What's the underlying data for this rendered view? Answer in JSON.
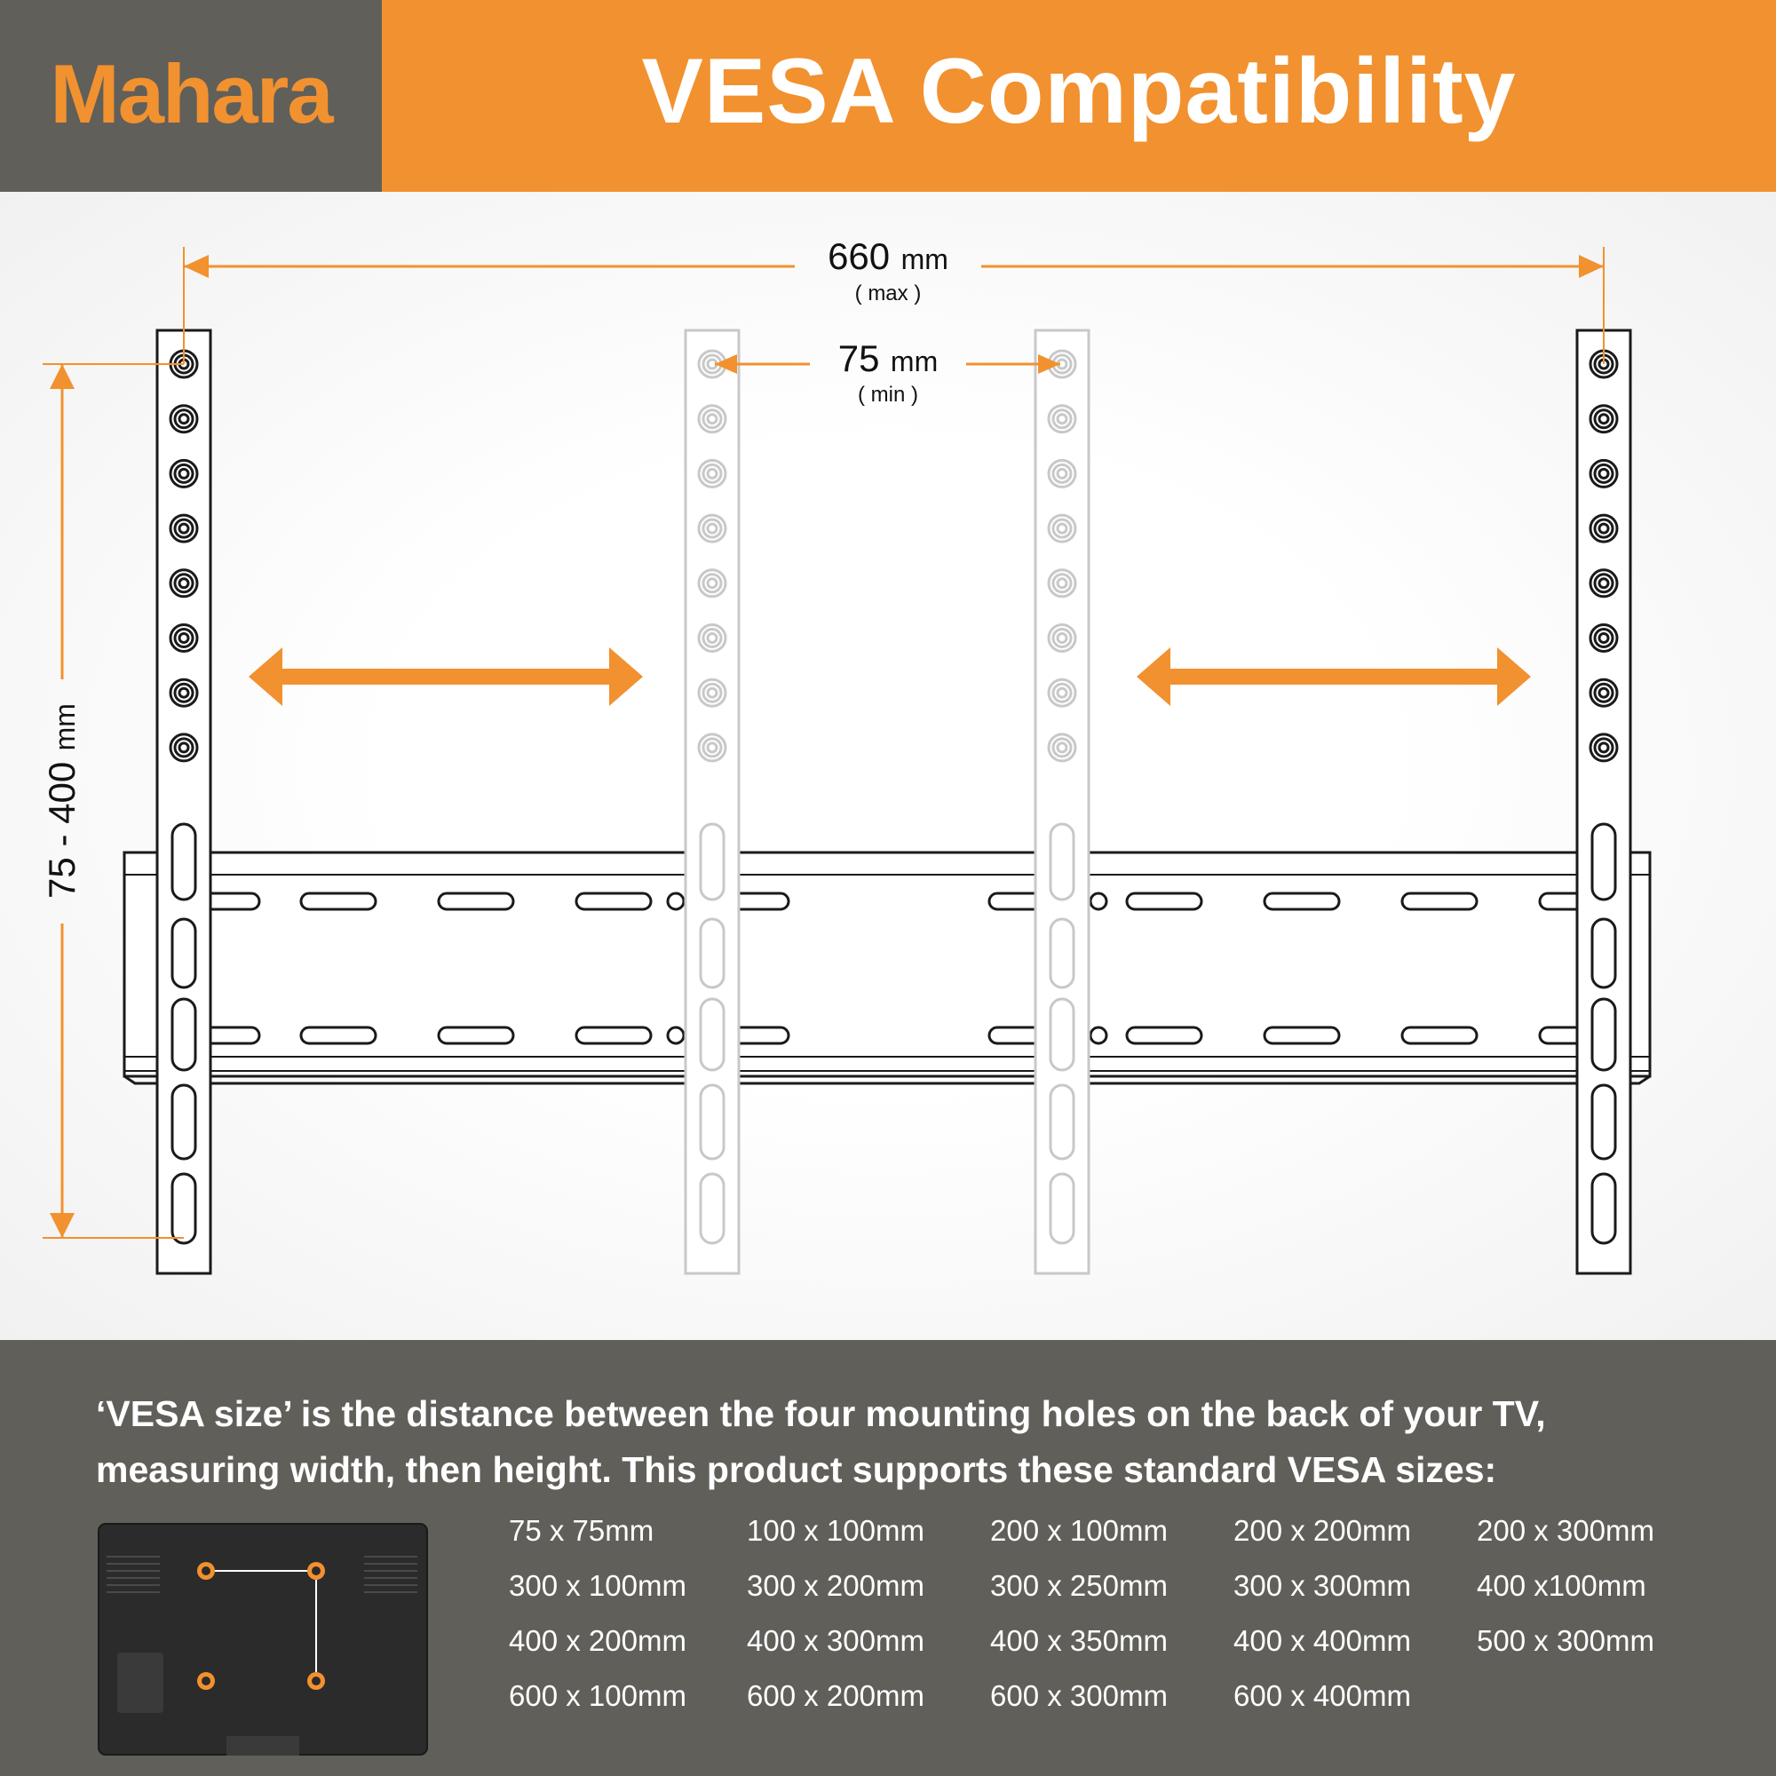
{
  "brand": {
    "name": "Mahara"
  },
  "title": "VESA Compatibility",
  "colors": {
    "accent": "#f2912f",
    "dark": "#605f5a",
    "plate_outline": "#1a1a1a",
    "ghost_outline": "#c8c8c8"
  },
  "dimensions": {
    "max_width": {
      "value": "660",
      "unit": "mm",
      "note": "( max )"
    },
    "min_width": {
      "value": "75",
      "unit": "mm",
      "note": "( min )"
    },
    "height_range": {
      "value": "75 - 400",
      "unit": "mm"
    }
  },
  "description": "‘VESA size’ is the distance between the four mounting holes on the back of your TV, measuring width, then height. This product supports these standard VESA sizes:",
  "vesa_sizes": [
    "75 x 75mm",
    "100 x 100mm",
    "200 x 100mm",
    "200 x 200mm",
    "200 x 300mm",
    "300 x 100mm",
    "300 x 200mm",
    "300 x 250mm",
    "300 x 300mm",
    "400 x100mm",
    "400 x 200mm",
    "400 x 300mm",
    "400 x 350mm",
    "400 x 400mm",
    "500 x 300mm",
    "600 x 100mm",
    "600 x 200mm",
    "600 x 300mm",
    "600 x 400mm"
  ]
}
